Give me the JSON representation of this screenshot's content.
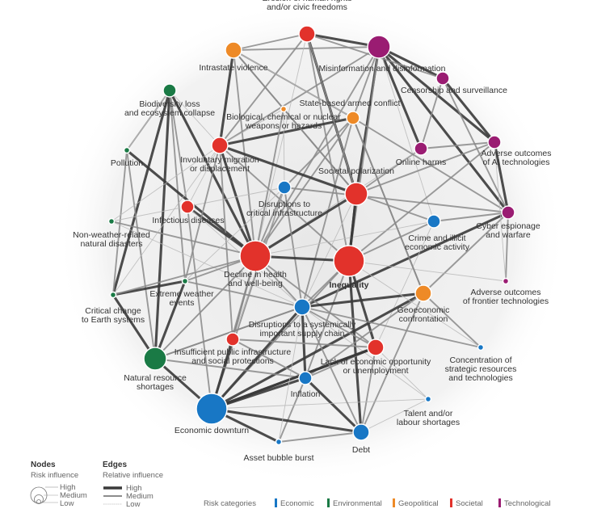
{
  "colors": {
    "Economic": "#1877c5",
    "Environmental": "#1a7a45",
    "Geopolitical": "#ee8a27",
    "Societal": "#e2322b",
    "Technological": "#9a1c72"
  },
  "nodes": [
    {
      "id": "erosion",
      "label": [
        "Erosion of human rights",
        "and/or civic freedoms"
      ],
      "category": "Societal",
      "influence": "medium"
    },
    {
      "id": "misinfo",
      "label": [
        "Misinformation and disinformation"
      ],
      "category": "Technological",
      "influence": "large"
    },
    {
      "id": "intrastate",
      "label": [
        "Intrastate violence"
      ],
      "category": "Geopolitical",
      "influence": "medium"
    },
    {
      "id": "censorship",
      "label": [
        "Censorship and surveillance"
      ],
      "category": "Technological",
      "influence": "small"
    },
    {
      "id": "biodiversity",
      "label": [
        "Biodiversity loss",
        "and ecosystem collapse"
      ],
      "category": "Environmental",
      "influence": "small"
    },
    {
      "id": "statewar",
      "label": [
        "State-based armed conflict"
      ],
      "category": "Geopolitical",
      "influence": "small"
    },
    {
      "id": "biochem",
      "label": [
        "Biological, chemical or nuclear",
        "weapons or hazards"
      ],
      "category": "Geopolitical",
      "influence": "tiny"
    },
    {
      "id": "pollution",
      "label": [
        "Pollution"
      ],
      "category": "Environmental",
      "influence": "tiny"
    },
    {
      "id": "migration",
      "label": [
        "Involuntary migration",
        "or displacement"
      ],
      "category": "Societal",
      "influence": "medium"
    },
    {
      "id": "onlineharms",
      "label": [
        "Online harms"
      ],
      "category": "Technological",
      "influence": "small"
    },
    {
      "id": "aiadverse",
      "label": [
        "Adverse outcomes",
        "of AI technologies"
      ],
      "category": "Technological",
      "influence": "small"
    },
    {
      "id": "polarization",
      "label": [
        "Societal polarization"
      ],
      "category": "Societal",
      "influence": "large"
    },
    {
      "id": "critinfra",
      "label": [
        "Disruptions to",
        "critical infrastructure"
      ],
      "category": "Economic",
      "influence": "small"
    },
    {
      "id": "infectious",
      "label": [
        "Infectious diseases"
      ],
      "category": "Societal",
      "influence": "small"
    },
    {
      "id": "nonweather",
      "label": [
        "Non-weather-related",
        "natural disasters"
      ],
      "category": "Environmental",
      "influence": "tiny"
    },
    {
      "id": "cyber",
      "label": [
        "Cyber espionage",
        "and warfare"
      ],
      "category": "Technological",
      "influence": "small"
    },
    {
      "id": "crime",
      "label": [
        "Crime and illicit",
        "economic activity"
      ],
      "category": "Economic",
      "influence": "small"
    },
    {
      "id": "health",
      "label": [
        "Decline in health",
        "and well-being"
      ],
      "category": "Societal",
      "influence": "xlarge"
    },
    {
      "id": "inequality",
      "label": [
        "Inequality"
      ],
      "category": "Societal",
      "influence": "xlarge",
      "bold": true
    },
    {
      "id": "extremeweather",
      "label": [
        "Extreme weather",
        "events"
      ],
      "category": "Environmental",
      "influence": "tiny"
    },
    {
      "id": "frontier",
      "label": [
        "Adverse outcomes",
        "of frontier technologies"
      ],
      "category": "Technological",
      "influence": "tiny"
    },
    {
      "id": "critchange",
      "label": [
        "Critical change",
        "to Earth systems"
      ],
      "category": "Environmental",
      "influence": "tiny"
    },
    {
      "id": "geoeconomic",
      "label": [
        "Geoeconomic",
        "confrontation"
      ],
      "category": "Geopolitical",
      "influence": "medium"
    },
    {
      "id": "supplychain",
      "label": [
        "Disruptions to a systemically",
        "important supply chain"
      ],
      "category": "Economic",
      "influence": "medium"
    },
    {
      "id": "publicinfra",
      "label": [
        "Insufficient public infrastructure",
        "and social protections"
      ],
      "category": "Societal",
      "influence": "small"
    },
    {
      "id": "unemployment",
      "label": [
        "Lack of economic opportunity",
        "or unemployment"
      ],
      "category": "Societal",
      "influence": "medium"
    },
    {
      "id": "concentration",
      "label": [
        "Concentration of",
        "strategic resources",
        "and technologies"
      ],
      "category": "Economic",
      "influence": "tiny"
    },
    {
      "id": "naturalres",
      "label": [
        "Natural resource",
        "shortages"
      ],
      "category": "Environmental",
      "influence": "large"
    },
    {
      "id": "inflation",
      "label": [
        "Inflation"
      ],
      "category": "Economic",
      "influence": "small"
    },
    {
      "id": "talent",
      "label": [
        "Talent and/or",
        "labour shortages"
      ],
      "category": "Economic",
      "influence": "tiny"
    },
    {
      "id": "downturn",
      "label": [
        "Economic downturn"
      ],
      "category": "Economic",
      "influence": "xlarge"
    },
    {
      "id": "debt",
      "label": [
        "Debt"
      ],
      "category": "Economic",
      "influence": "medium"
    },
    {
      "id": "bubble",
      "label": [
        "Asset bubble burst"
      ],
      "category": "Economic",
      "influence": "tiny"
    }
  ],
  "edges": [
    [
      "misinfo",
      "polarization",
      "high"
    ],
    [
      "misinfo",
      "censorship",
      "high"
    ],
    [
      "misinfo",
      "onlineharms",
      "high"
    ],
    [
      "misinfo",
      "aiadverse",
      "high"
    ],
    [
      "misinfo",
      "cyber",
      "high"
    ],
    [
      "misinfo",
      "erosion",
      "high"
    ],
    [
      "misinfo",
      "intrastate",
      "medium"
    ],
    [
      "misinfo",
      "statewar",
      "medium"
    ],
    [
      "misinfo",
      "inequality",
      "medium"
    ],
    [
      "misinfo",
      "migration",
      "medium"
    ],
    [
      "misinfo",
      "health",
      "medium"
    ],
    [
      "misinfo",
      "crime",
      "low"
    ],
    [
      "erosion",
      "polarization",
      "high"
    ],
    [
      "erosion",
      "intrastate",
      "medium"
    ],
    [
      "erosion",
      "censorship",
      "medium"
    ],
    [
      "erosion",
      "migration",
      "medium"
    ],
    [
      "erosion",
      "health",
      "low"
    ],
    [
      "erosion",
      "inequality",
      "medium"
    ],
    [
      "intrastate",
      "migration",
      "high"
    ],
    [
      "intrastate",
      "statewar",
      "medium"
    ],
    [
      "intrastate",
      "health",
      "medium"
    ],
    [
      "intrastate",
      "polarization",
      "medium"
    ],
    [
      "censorship",
      "aiadverse",
      "high"
    ],
    [
      "censorship",
      "cyber",
      "medium"
    ],
    [
      "censorship",
      "onlineharms",
      "medium"
    ],
    [
      "statewar",
      "migration",
      "high"
    ],
    [
      "statewar",
      "health",
      "medium"
    ],
    [
      "statewar",
      "geoeconomic",
      "medium"
    ],
    [
      "statewar",
      "supplychain",
      "medium"
    ],
    [
      "statewar",
      "critinfra",
      "medium"
    ],
    [
      "statewar",
      "intrastate",
      "low"
    ],
    [
      "biochem",
      "health",
      "medium"
    ],
    [
      "biochem",
      "critinfra",
      "low"
    ],
    [
      "biochem",
      "migration",
      "low"
    ],
    [
      "biodiversity",
      "naturalres",
      "high"
    ],
    [
      "biodiversity",
      "health",
      "high"
    ],
    [
      "biodiversity",
      "critchange",
      "high"
    ],
    [
      "biodiversity",
      "infectious",
      "medium"
    ],
    [
      "biodiversity",
      "pollution",
      "medium"
    ],
    [
      "biodiversity",
      "extremeweather",
      "medium"
    ],
    [
      "biodiversity",
      "migration",
      "low"
    ],
    [
      "pollution",
      "health",
      "high"
    ],
    [
      "pollution",
      "naturalres",
      "medium"
    ],
    [
      "pollution",
      "biodiversity",
      "low"
    ],
    [
      "pollution",
      "critchange",
      "medium"
    ],
    [
      "migration",
      "health",
      "high"
    ],
    [
      "migration",
      "polarization",
      "high"
    ],
    [
      "migration",
      "inequality",
      "medium"
    ],
    [
      "migration",
      "publicinfra",
      "medium"
    ],
    [
      "migration",
      "infectious",
      "low"
    ],
    [
      "onlineharms",
      "polarization",
      "medium"
    ],
    [
      "onlineharms",
      "health",
      "low"
    ],
    [
      "onlineharms",
      "aiadverse",
      "medium"
    ],
    [
      "aiadverse",
      "cyber",
      "high"
    ],
    [
      "aiadverse",
      "polarization",
      "medium"
    ],
    [
      "aiadverse",
      "inequality",
      "medium"
    ],
    [
      "polarization",
      "inequality",
      "high"
    ],
    [
      "polarization",
      "health",
      "high"
    ],
    [
      "polarization",
      "intrastate",
      "medium"
    ],
    [
      "polarization",
      "crime",
      "medium"
    ],
    [
      "polarization",
      "erosion",
      "medium"
    ],
    [
      "polarization",
      "supplychain",
      "low"
    ],
    [
      "critinfra",
      "supplychain",
      "medium"
    ],
    [
      "critinfra",
      "health",
      "medium"
    ],
    [
      "critinfra",
      "downturn",
      "medium"
    ],
    [
      "critinfra",
      "publicinfra",
      "low"
    ],
    [
      "infectious",
      "health",
      "high"
    ],
    [
      "infectious",
      "downturn",
      "medium"
    ],
    [
      "infectious",
      "supplychain",
      "low"
    ],
    [
      "nonweather",
      "health",
      "medium"
    ],
    [
      "nonweather",
      "critinfra",
      "low"
    ],
    [
      "nonweather",
      "migration",
      "low"
    ],
    [
      "nonweather",
      "supplychain",
      "low"
    ],
    [
      "cyber",
      "crime",
      "medium"
    ],
    [
      "cyber",
      "critinfra",
      "medium"
    ],
    [
      "cyber",
      "supplychain",
      "high"
    ],
    [
      "cyber",
      "geoeconomic",
      "medium"
    ],
    [
      "cyber",
      "statewar",
      "medium"
    ],
    [
      "crime",
      "inequality",
      "medium"
    ],
    [
      "crime",
      "health",
      "low"
    ],
    [
      "crime",
      "unemployment",
      "low"
    ],
    [
      "health",
      "inequality",
      "high"
    ],
    [
      "health",
      "downturn",
      "medium"
    ],
    [
      "health",
      "unemployment",
      "medium"
    ],
    [
      "health",
      "publicinfra",
      "medium"
    ],
    [
      "health",
      "naturalres",
      "low"
    ],
    [
      "inequality",
      "unemployment",
      "high"
    ],
    [
      "inequality",
      "debt",
      "high"
    ],
    [
      "inequality",
      "polarization",
      "high"
    ],
    [
      "inequality",
      "supplychain",
      "medium"
    ],
    [
      "inequality",
      "inflation",
      "medium"
    ],
    [
      "inequality",
      "downturn",
      "medium"
    ],
    [
      "extremeweather",
      "naturalres",
      "high"
    ],
    [
      "extremeweather",
      "health",
      "medium"
    ],
    [
      "extremeweather",
      "migration",
      "medium"
    ],
    [
      "extremeweather",
      "supplychain",
      "medium"
    ],
    [
      "extremeweather",
      "critinfra",
      "low"
    ],
    [
      "frontier",
      "cyber",
      "medium"
    ],
    [
      "frontier",
      "inequality",
      "low"
    ],
    [
      "frontier",
      "aiadverse",
      "low"
    ],
    [
      "critchange",
      "naturalres",
      "high"
    ],
    [
      "critchange",
      "extremeweather",
      "high"
    ],
    [
      "critchange",
      "health",
      "medium"
    ],
    [
      "critchange",
      "migration",
      "low"
    ],
    [
      "geoeconomic",
      "supplychain",
      "high"
    ],
    [
      "geoeconomic",
      "downturn",
      "high"
    ],
    [
      "geoeconomic",
      "inflation",
      "medium"
    ],
    [
      "geoeconomic",
      "concentration",
      "medium"
    ],
    [
      "geoeconomic",
      "statewar",
      "medium"
    ],
    [
      "geoeconomic",
      "debt",
      "medium"
    ],
    [
      "supplychain",
      "downturn",
      "high"
    ],
    [
      "supplychain",
      "inflation",
      "high"
    ],
    [
      "supplychain",
      "naturalres",
      "medium"
    ],
    [
      "supplychain",
      "unemployment",
      "medium"
    ],
    [
      "supplychain",
      "talent",
      "low"
    ],
    [
      "supplychain",
      "health",
      "medium"
    ],
    [
      "publicinfra",
      "downturn",
      "high"
    ],
    [
      "publicinfra",
      "health",
      "medium"
    ],
    [
      "publicinfra",
      "unemployment",
      "medium"
    ],
    [
      "publicinfra",
      "inflation",
      "medium"
    ],
    [
      "unemployment",
      "debt",
      "medium"
    ],
    [
      "unemployment",
      "inflation",
      "medium"
    ],
    [
      "unemployment",
      "talent",
      "low"
    ],
    [
      "unemployment",
      "downturn",
      "high"
    ],
    [
      "concentration",
      "supplychain",
      "medium"
    ],
    [
      "concentration",
      "inequality",
      "low"
    ],
    [
      "naturalres",
      "downturn",
      "high"
    ],
    [
      "naturalres",
      "inflation",
      "medium"
    ],
    [
      "naturalres",
      "health",
      "medium"
    ],
    [
      "naturalres",
      "supplychain",
      "medium"
    ],
    [
      "inflation",
      "downturn",
      "high"
    ],
    [
      "inflation",
      "debt",
      "high"
    ],
    [
      "inflation",
      "bubble",
      "medium"
    ],
    [
      "talent",
      "downturn",
      "low"
    ],
    [
      "talent",
      "debt",
      "low"
    ],
    [
      "downturn",
      "debt",
      "high"
    ],
    [
      "downturn",
      "bubble",
      "high"
    ],
    [
      "downturn",
      "unemployment",
      "high"
    ],
    [
      "debt",
      "bubble",
      "medium"
    ],
    [
      "debt",
      "supplychain",
      "medium"
    ],
    [
      "bubble",
      "supplychain",
      "low"
    ]
  ],
  "legend": {
    "nodes": {
      "title": "Nodes",
      "subtitle": "Risk influence",
      "levels": [
        "High",
        "Medium",
        "Low"
      ]
    },
    "edges": {
      "title": "Edges",
      "subtitle": "Relative influence",
      "levels": [
        "High",
        "Medium",
        "Low"
      ]
    },
    "categories_title": "Risk categories",
    "categories": [
      "Economic",
      "Environmental",
      "Geopolitical",
      "Societal",
      "Technological"
    ]
  }
}
